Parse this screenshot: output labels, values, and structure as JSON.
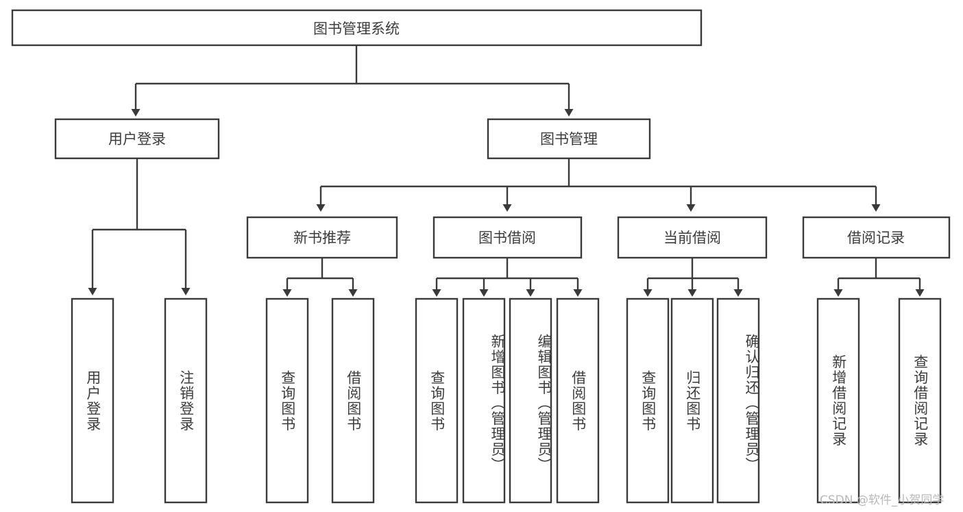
{
  "diagram": {
    "title": "图书管理系统",
    "type": "tree-hierarchy-chart",
    "accent_color": "#3a3a3a",
    "text_color": "#3c3c3c",
    "background_color": "#ffffff",
    "root": {
      "label": "图书管理系统"
    },
    "level2": [
      {
        "label": "用户登录"
      },
      {
        "label": "图书管理"
      }
    ],
    "level3": [
      {
        "label": "新书推荐"
      },
      {
        "label": "图书借阅"
      },
      {
        "label": "当前借阅"
      },
      {
        "label": "借阅记录"
      }
    ],
    "leaves": {
      "user_login": [
        {
          "label": "用户登录"
        },
        {
          "label": "注销登录"
        }
      ],
      "new_book": [
        {
          "label": "查询图书"
        },
        {
          "label": "借阅图书"
        }
      ],
      "book_borrow": [
        {
          "label": "查询图书"
        },
        {
          "label": "新增图书（管理员）"
        },
        {
          "label": "编辑图书（管理员）"
        },
        {
          "label": "借阅图书"
        }
      ],
      "current_borrow": [
        {
          "label": "查询图书"
        },
        {
          "label": "归还图书"
        },
        {
          "label": "确认归还（管理员）"
        }
      ],
      "borrow_record": [
        {
          "label": "新增借阅记录"
        },
        {
          "label": "查询借阅记录"
        }
      ]
    },
    "watermark": "CSDN @软件_小贺同学"
  }
}
